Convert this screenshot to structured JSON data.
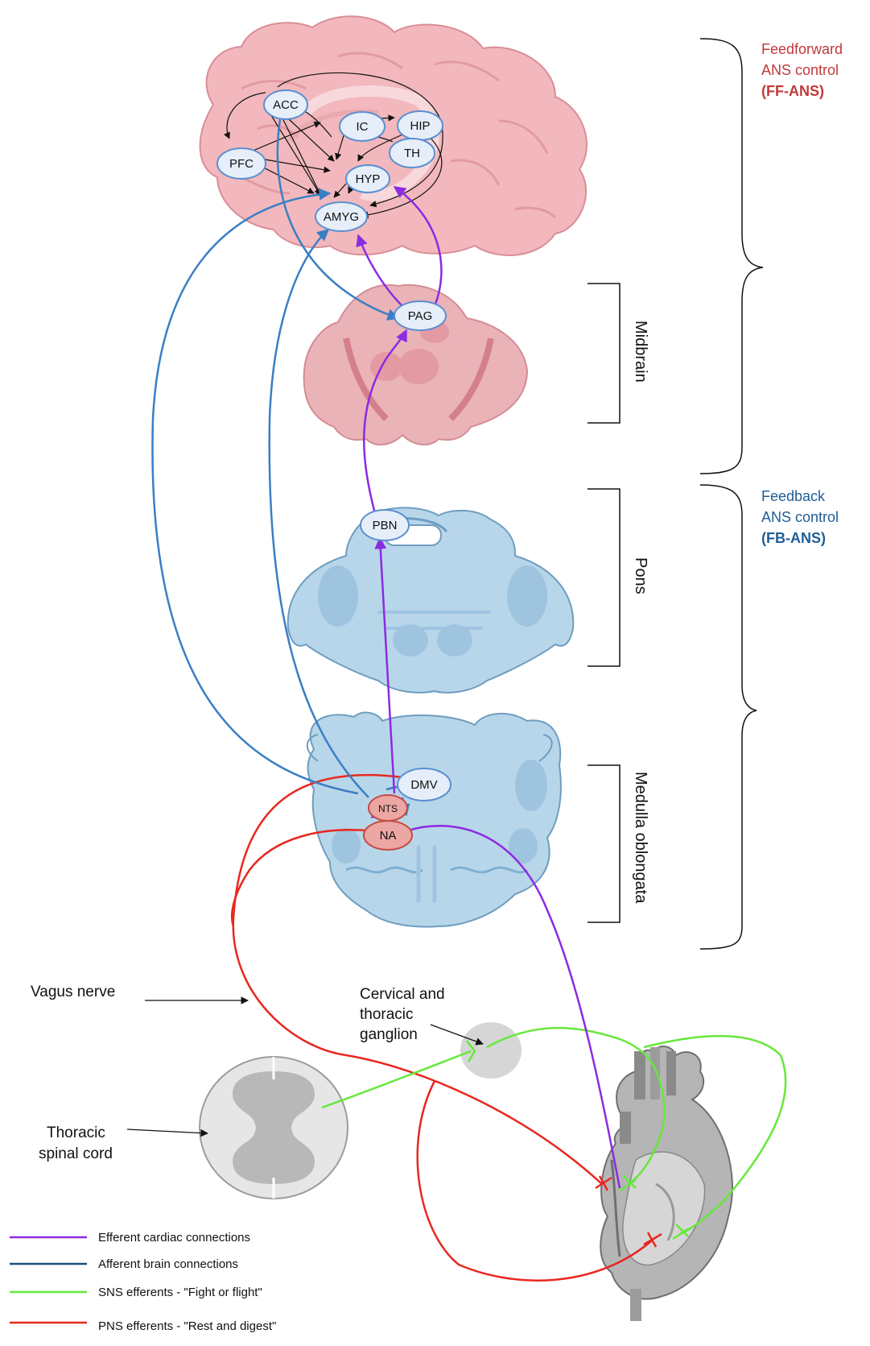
{
  "brain_nodes": {
    "acc": "ACC",
    "ic": "IC",
    "hip": "HIP",
    "th": "TH",
    "pfc": "PFC",
    "hyp": "HYP",
    "amyg": "AMYG",
    "pag": "PAG",
    "pbn": "PBN",
    "dmv": "DMV",
    "nts": "NTS",
    "na": "NA"
  },
  "regions": {
    "midbrain": "Midbrain",
    "pons": "Pons",
    "medulla": "Medulla oblongata"
  },
  "control": {
    "ff_line1": "Feedforward",
    "ff_line2": "ANS control",
    "ff_line3": "(FF-ANS)",
    "fb_line1": "Feedback",
    "fb_line2": "ANS control",
    "fb_line3": "(FB-ANS)"
  },
  "labels": {
    "vagus": "Vagus nerve",
    "ganglion_line1": "Cervical and",
    "ganglion_line2": "thoracic",
    "ganglion_line3": "ganglion",
    "spinal_line1": "Thoracic",
    "spinal_line2": "spinal cord"
  },
  "legend": [
    {
      "label": "Efferent cardiac connections",
      "color": "#8b2be2"
    },
    {
      "label": "Afferent brain connections",
      "color": "#1f4e79"
    },
    {
      "label": "SNS efferents - \"Fight or flight\"",
      "color": "#66e83a"
    },
    {
      "label": "PNS efferents - \"Rest and digest\"",
      "color": "#e8281f"
    }
  ],
  "colors": {
    "efferent": "#8b2be2",
    "afferent": "#3a7fc4",
    "sns": "#66e83a",
    "pns": "#e8281f",
    "brain": "#f2b8bd",
    "brainstem_blue": "#b8d6ea",
    "node_fill": "#e6eef9",
    "node_stroke": "#5a8fd0"
  }
}
